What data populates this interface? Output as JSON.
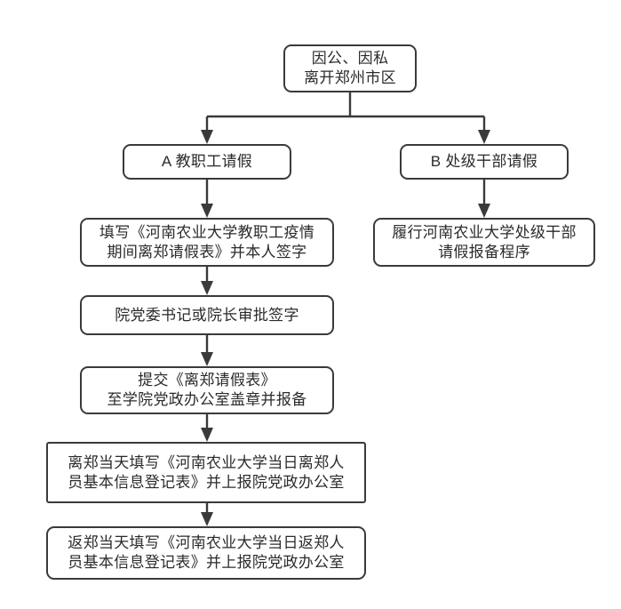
{
  "diagram": {
    "title_node": {
      "id": "root",
      "text": "因公、因私\n离开郑州市区"
    },
    "branches": [
      {
        "id": "branch-a",
        "label": "A 教职工请假",
        "steps": [
          "填写《河南农业大学教职工疫情\n期间离郑请假表》并本人签字",
          "院党委书记或院长审批签字",
          "提交《离郑请假表》\n至学院党政办公室盖章并报备",
          "离郑当天填写《河南农业大学当日离郑人\n员基本信息登记表》并上报院党政办公室",
          "返郑当天填写《河南农业大学当日返郑人\n员基本信息登记表》并上报院党政办公室"
        ]
      },
      {
        "id": "branch-b",
        "label": "B 处级干部请假",
        "steps": [
          "履行河南农业大学处级干部\n请假报备程序"
        ]
      }
    ],
    "colors": {
      "stroke": "#3a3a3c",
      "text": "#2b2b2d",
      "background": "#ffffff"
    }
  }
}
